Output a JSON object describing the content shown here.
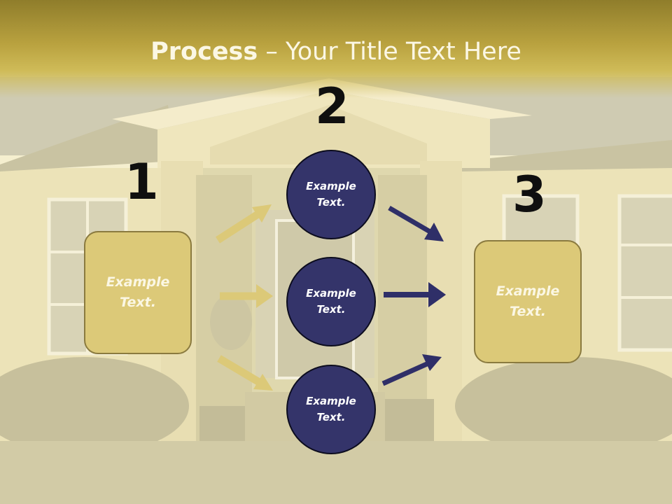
{
  "slide": {
    "title_bold": "Process",
    "title_rest": " – Your Title Text Here",
    "steps": [
      {
        "number": "1",
        "text": "Example Text."
      },
      {
        "number": "2",
        "text": ""
      },
      {
        "number": "3",
        "text": "Example Text."
      }
    ],
    "circles": [
      {
        "text": "Example Text."
      },
      {
        "text": "Example Text."
      },
      {
        "text": "Example Text."
      }
    ]
  },
  "colors": {
    "header_gold": "#b9a23f",
    "box_fill": "#dcc978",
    "circle_fill": "#34346a",
    "arrow_gold": "#dcc978",
    "arrow_navy": "#2f2f68"
  }
}
